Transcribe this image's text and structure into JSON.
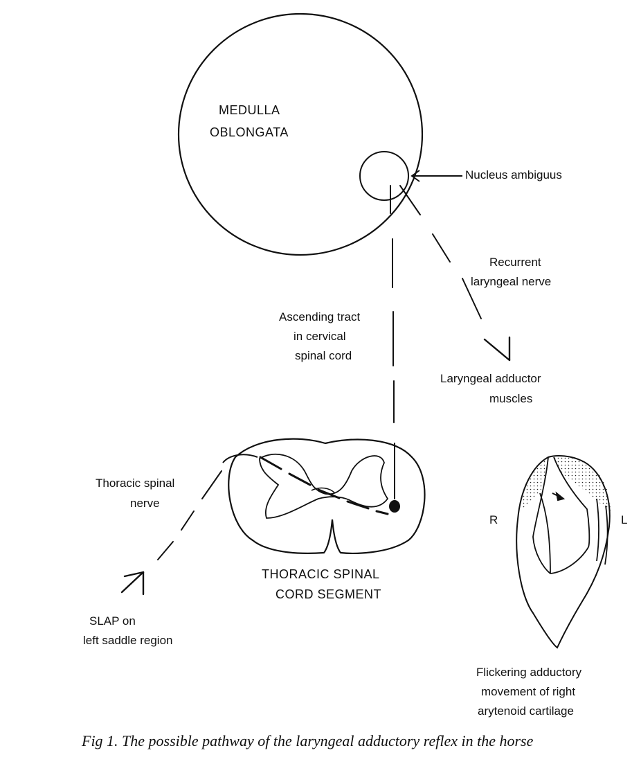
{
  "labels": {
    "medulla_line1": "MEDULLA",
    "medulla_line2": "OBLONGATA",
    "nucleus": "Nucleus ambiguus",
    "recurrent_line1": "Recurrent",
    "recurrent_line2": "laryngeal nerve",
    "ascending_line1": "Ascending tract",
    "ascending_line2": "in cervical",
    "ascending_line3": "spinal cord",
    "adductor_line1": "Laryngeal adductor",
    "adductor_line2": "muscles",
    "thoracic_nerve_line1": "Thoracic spinal",
    "thoracic_nerve_line2": "nerve",
    "segment_line1": "THORACIC SPINAL",
    "segment_line2": "CORD SEGMENT",
    "slap_line1": "SLAP on",
    "slap_line2": "left saddle region",
    "larynx_right": "R",
    "larynx_left": "L",
    "flicker_line1": "Flickering adductory",
    "flicker_line2": "movement of right",
    "flicker_line3": "arytenoid cartilage"
  },
  "caption": "Fig 1. The possible pathway of the laryngeal adductory reflex in the horse"
}
